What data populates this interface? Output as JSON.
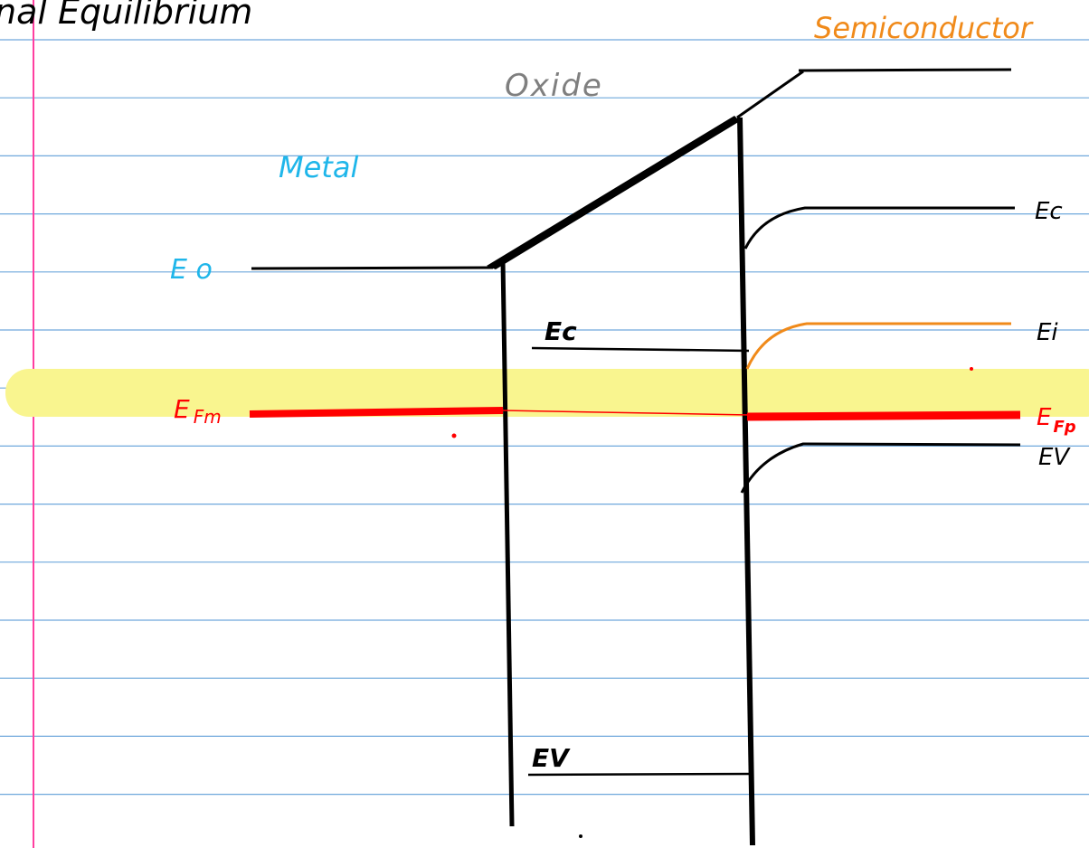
{
  "page": {
    "title": "nal  Equilibrium"
  },
  "labels": {
    "semiconductor": "Semiconductor",
    "oxide": "Oxide",
    "metal": "Metal",
    "e0": "E o",
    "efm_main": "E",
    "efm_sub": "Fm",
    "ec_oxide": "Ec",
    "ev_oxide": "EV",
    "ec_semi": "Ec",
    "ei_semi": "Ei",
    "efp_main": "E",
    "efp_sub": "Fp",
    "ev_semi": "EV"
  },
  "colors": {
    "ruled_line": "#6fa8dc",
    "margin_line": "#ff3fa0",
    "highlight": "#f9f58f",
    "ink": "#000000",
    "metal_label": "#1fb6ea",
    "oxide_label": "#7f7f7f",
    "semiconductor_label": "#f08a1a",
    "fermi": "#ff0000",
    "intrinsic": "#f08a1a"
  }
}
